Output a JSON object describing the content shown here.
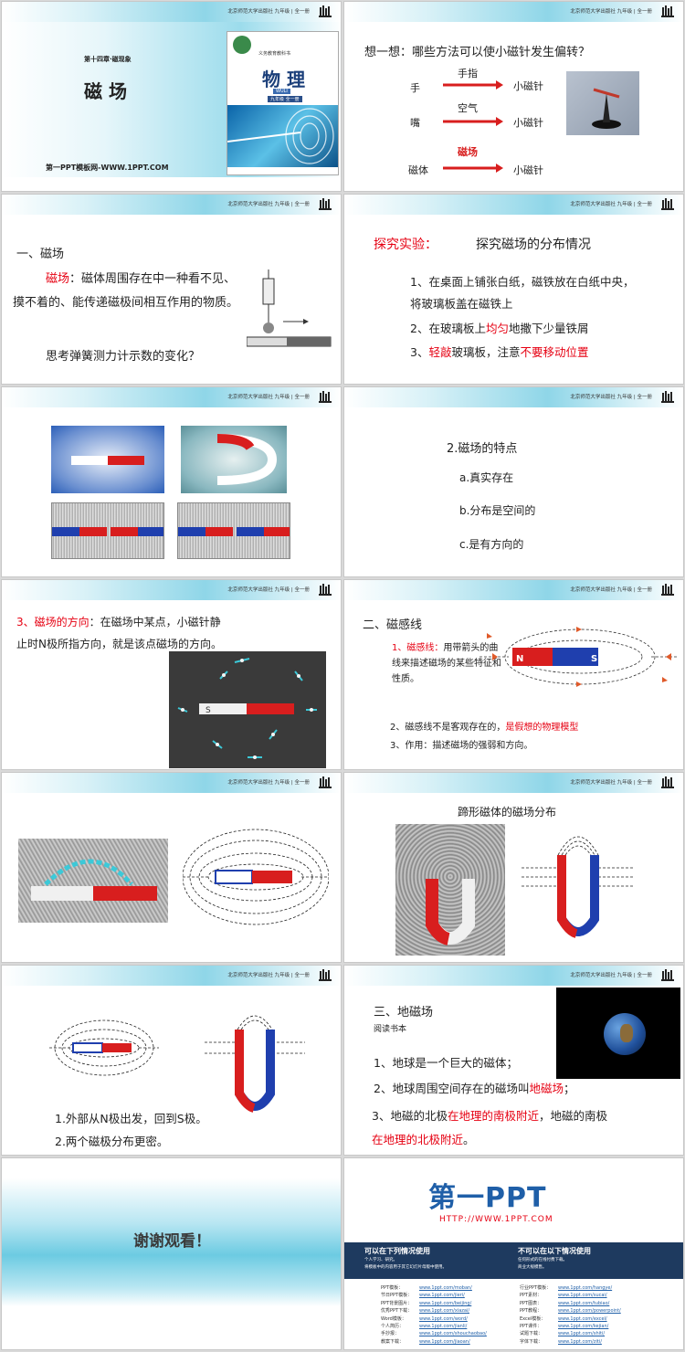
{
  "header": {
    "publisher": "北京师范大学出版社 九年级 | 全一册"
  },
  "slide1": {
    "chapter": "第十四章·磁现象",
    "title": "磁 场",
    "footer": "第一PPT模板网-WWW.1PPT.COM",
    "book": {
      "series": "义务教育教科书",
      "name": "物 理",
      "pinyin": "WULI",
      "grade": "九年级 全一册"
    }
  },
  "slide2": {
    "question": "想一想：哪些方法可以使小磁针发生偏转？",
    "rows": [
      {
        "label": "手",
        "arrow_text": "手指",
        "target": "小磁针"
      },
      {
        "label": "嘴",
        "arrow_text": "空气",
        "target": "小磁针"
      },
      {
        "label": "磁体",
        "arrow_text": "磁场",
        "target": "小磁针"
      }
    ]
  },
  "slide3": {
    "heading": "一、磁场",
    "term": "磁场",
    "definition": "：磁体周围存在中一种看不见、摸不着的、能传递磁极间相互作用的物质。",
    "question": "思考弹簧测力计示数的变化？"
  },
  "slide4": {
    "label": "探究实验：",
    "topic": "探究磁场的分布情况",
    "step1": "1、在桌面上铺张白纸，磁铁放在白纸中央，将玻璃板盖在磁铁上",
    "step2_a": "2、在玻璃板上",
    "step2_b": "均匀",
    "step2_c": "地撒下少量铁屑",
    "step3_a": "3、",
    "step3_b": "轻敲",
    "step3_c": "玻璃板，注意",
    "step3_d": "不要移动位置"
  },
  "slide6": {
    "title": "2.磁场的特点",
    "a": "a.真实存在",
    "b": "b.分布是空间的",
    "c": "c.是有方向的"
  },
  "slide7": {
    "term": "3、磁场的方向",
    "text": "：在磁场中某点，小磁针静止时N极所指方向，就是该点磁场的方向。",
    "magnet_s": "S"
  },
  "slide8": {
    "heading": "二、磁感线",
    "item1_term": "1、磁感线：",
    "item1_text": "用带箭头的曲线来描述磁场的某些特征和性质。",
    "item2_a": "2、磁感线不是客观存在的，",
    "item2_b": "是假想的物理模型",
    "item3": "3、作用：描述磁场的强弱和方向。",
    "n": "N",
    "s": "S"
  },
  "slide10": {
    "title": "蹄形磁体的磁场分布"
  },
  "slide11": {
    "point1": "1.外部从N极出发，回到S极。",
    "point2": "2.两个磁极分布更密。"
  },
  "slide12": {
    "heading": "三、地磁场",
    "sub": "阅读书本",
    "p1": "1、地球是一个巨大的磁体；",
    "p2_a": "2、地球周围空间存在的磁场叫",
    "p2_b": "地磁场",
    "p2_c": "；",
    "p3_a": "3、地磁的北极",
    "p3_b": "在地理的南极附近",
    "p3_c": "，地磁的南极",
    "p3_d": "在地理的北极附近",
    "p3_e": "。"
  },
  "slide13": {
    "thanks": "谢谢观看！"
  },
  "slide14": {
    "logo": "第一PPT",
    "url": "HTTP://WWW.1PPT.COM",
    "can_title": "可以在下列情况使用",
    "can_1": "个人学习、研究。",
    "can_2": "将模板中的内容用于其它幻灯片母版中使用。",
    "cannot_title": "不可以在以下情况使用",
    "cannot_1": "任何形式的在线付费下载。",
    "cannot_2": "商业大规模售。",
    "links_left": [
      [
        "PPT模板：",
        "www.1ppt.com/moban/"
      ],
      [
        "节日PPT模板：",
        "www.1ppt.com/jieri/"
      ],
      [
        "PPT背景图片：",
        "www.1ppt.com/beijing/"
      ],
      [
        "优秀PPT下载：",
        "www.1ppt.com/xiazai/"
      ],
      [
        "Word模板：",
        "www.1ppt.com/word/"
      ],
      [
        "个人简历：",
        "www.1ppt.com/jianli/"
      ],
      [
        "手抄报：",
        "www.1ppt.com/shouchaobao/"
      ],
      [
        "教案下载：",
        "www.1ppt.com/jiaoan/"
      ]
    ],
    "links_right": [
      [
        "行业PPT模板：",
        "www.1ppt.com/hangye/"
      ],
      [
        "PPT素材：",
        "www.1ppt.com/sucai/"
      ],
      [
        "PPT图表：",
        "www.1ppt.com/tubiao/"
      ],
      [
        "PPT教程：",
        "www.1ppt.com/powerpoint/"
      ],
      [
        "Excel模板：",
        "www.1ppt.com/excel/"
      ],
      [
        "PPT课件：",
        "www.1ppt.com/kejian/"
      ],
      [
        "试题下载：",
        "www.1ppt.com/shiti/"
      ],
      [
        "字体下载：",
        "www.1ppt.com/ziti/"
      ]
    ]
  },
  "colors": {
    "accent_red": "#e60012",
    "header_blue": "#8fd6e8",
    "footer_navy": "#1e3a5f",
    "magnet_red": "#d81e1e",
    "magnet_blue": "#1f3fae"
  }
}
